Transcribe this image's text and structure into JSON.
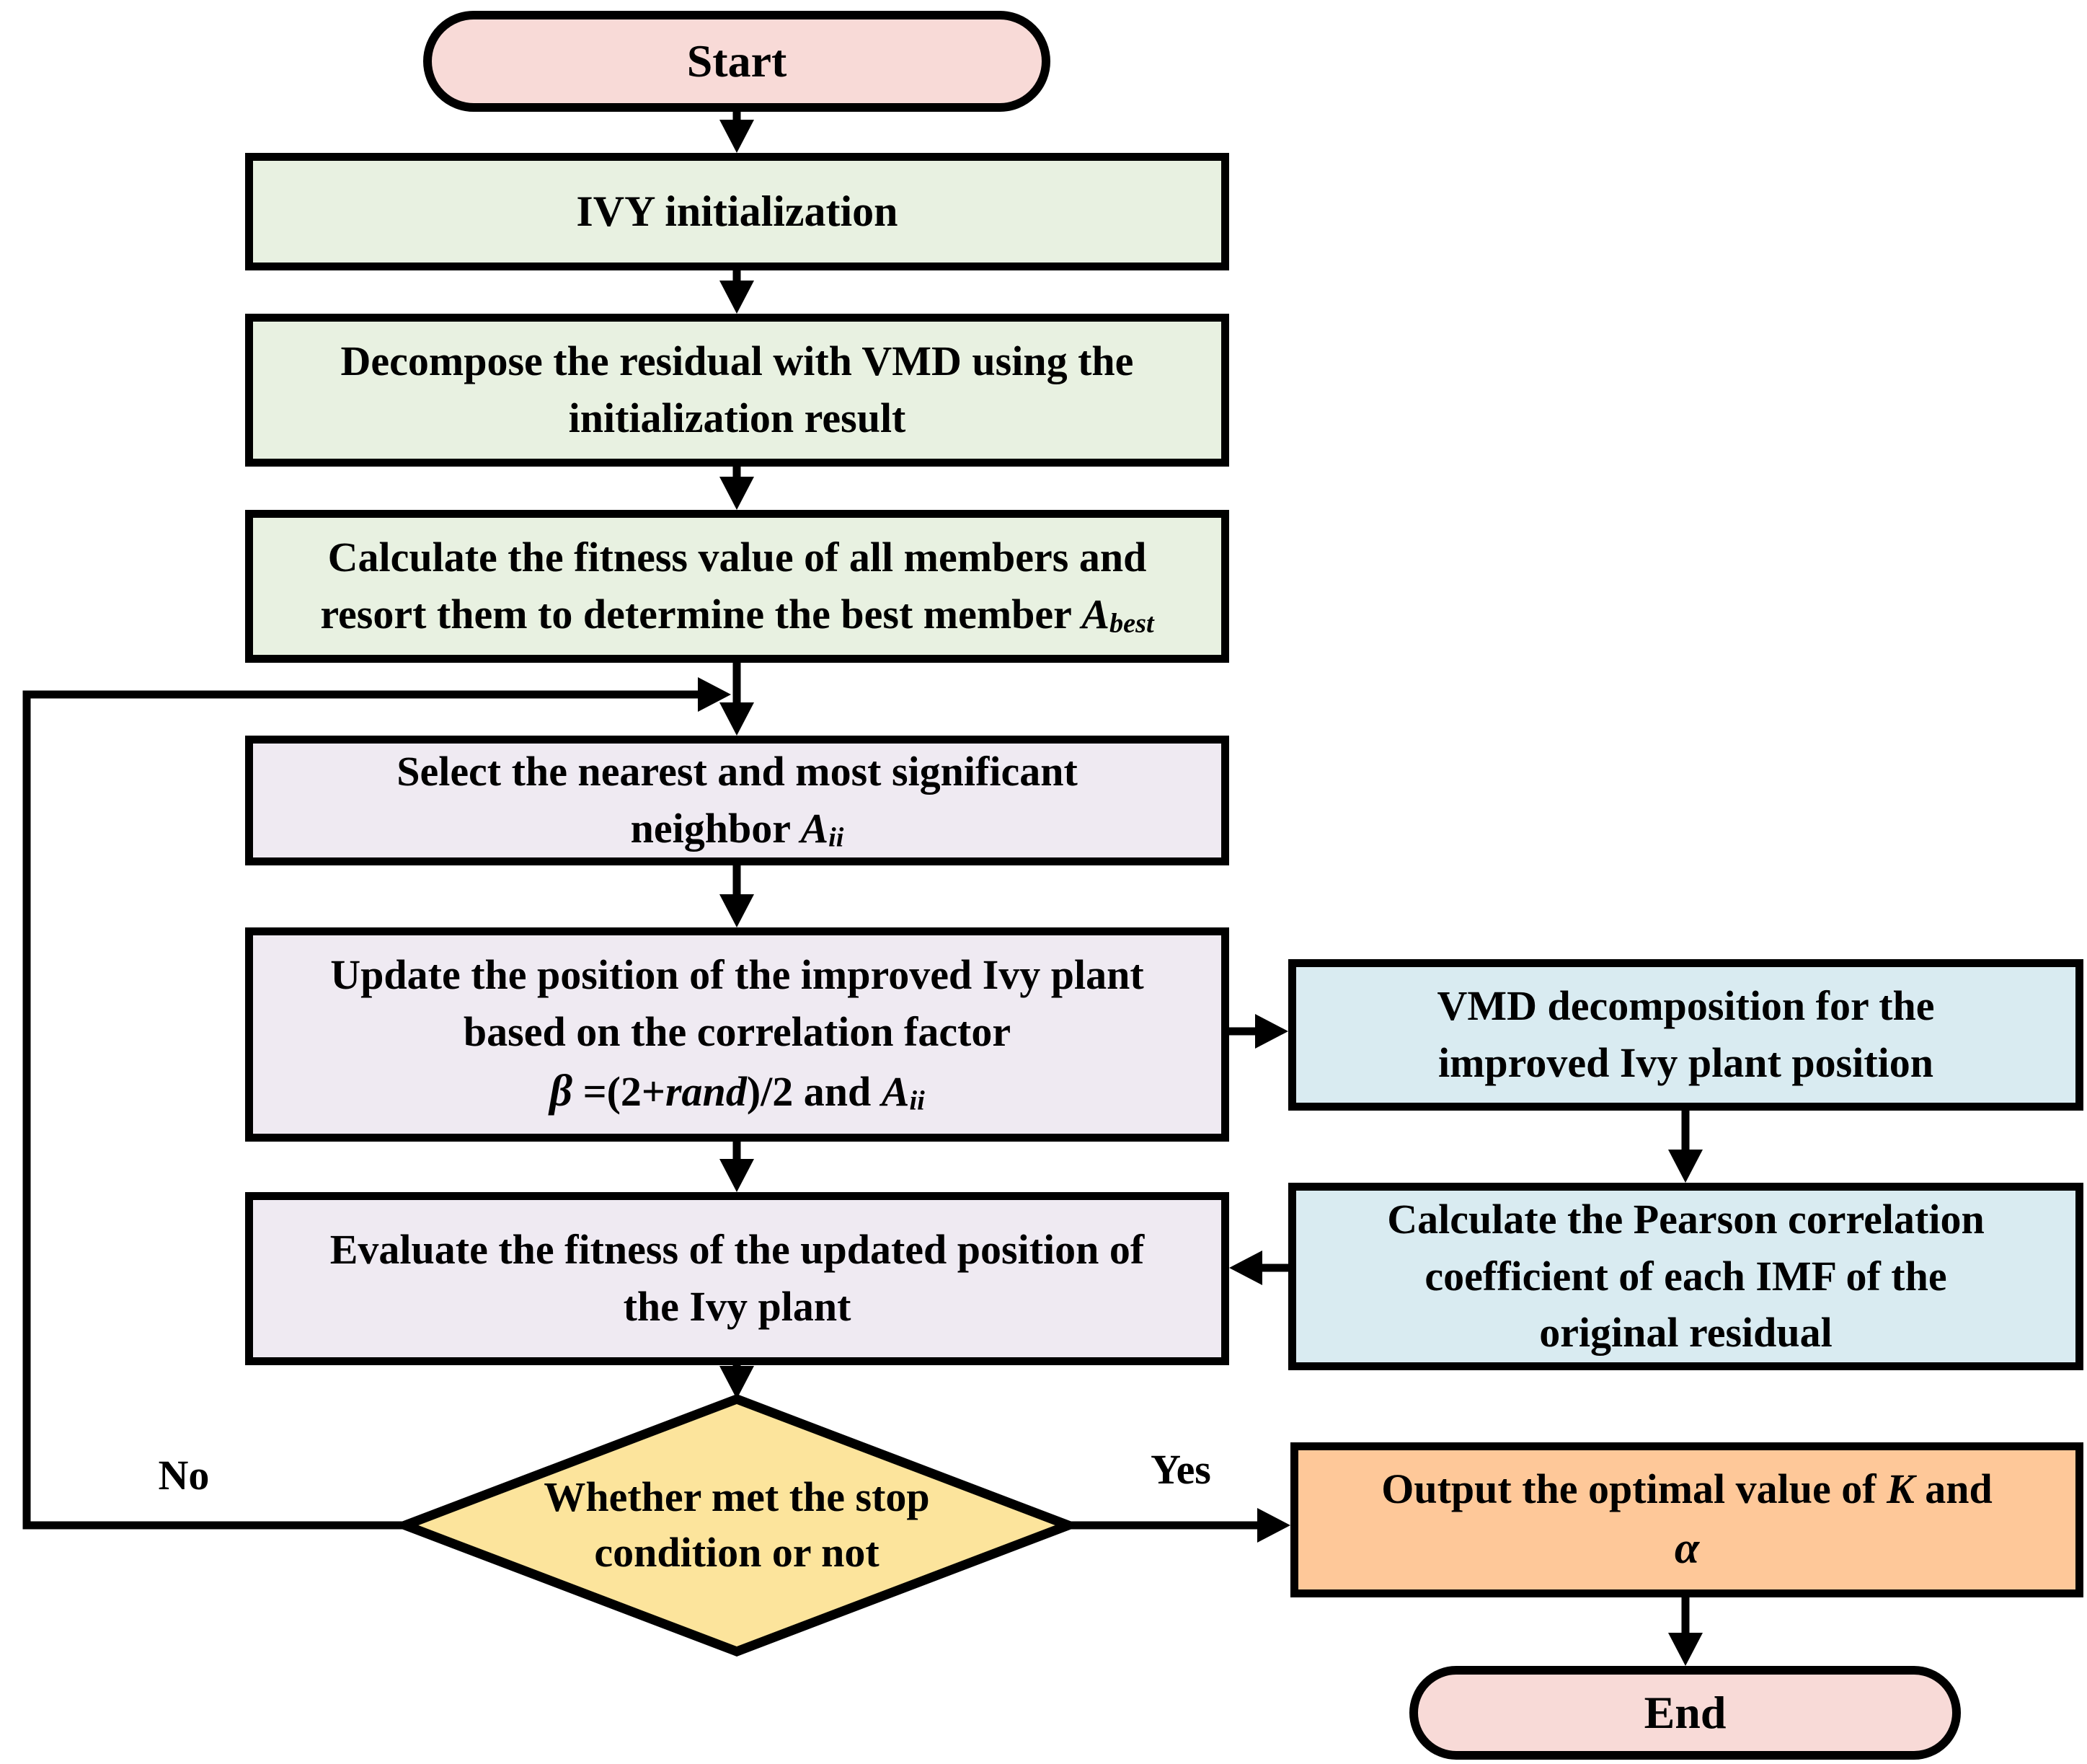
{
  "diagram": {
    "type": "flowchart",
    "nodes": {
      "start": {
        "label": "Start"
      },
      "ivy_initialization": {
        "label": "IVY initialization"
      },
      "decompose_vmd": {
        "lines": [
          "Decompose the residual with VMD using the",
          "initialization result"
        ]
      },
      "calculate_fitness": {
        "line1": "Calculate the fitness value of all members and",
        "line2_text": "resort them to determine the best member ",
        "line2_var": "A",
        "line2_sub": "best"
      },
      "select_neighbor": {
        "line1": "Select the nearest and most significant",
        "line2_text": "neighbor ",
        "line2_var": "A",
        "line2_sub": "ii"
      },
      "update_position": {
        "line1": "Update the position of the improved Ivy plant",
        "line2": "based on the correlation factor",
        "beta": "β",
        "eq1": " =(2+",
        "rand": "rand",
        "eq2": ")/2 and ",
        "var": "A",
        "var_sub": "ii"
      },
      "vmd_decomposition": {
        "lines": [
          "VMD decomposition for the",
          "improved Ivy plant position"
        ]
      },
      "pearson_correlation": {
        "lines": [
          "Calculate the Pearson correlation",
          "coefficient of each IMF of the",
          "original residual"
        ]
      },
      "evaluate_fitness": {
        "lines": [
          "Evaluate the fitness of the updated position of",
          "the  Ivy plant"
        ]
      },
      "stop_condition": {
        "lines": [
          "Whether met the stop",
          "condition or not"
        ]
      },
      "output_optimal": {
        "line1_text": "Output the optimal value of ",
        "line1_var": "K",
        "line1_end": " and",
        "alpha": "α"
      },
      "end": {
        "label": "End"
      }
    },
    "edge_labels": {
      "no": "No",
      "yes": "Yes"
    },
    "colors": {
      "terminal_fill": "#f8dad7",
      "process_green_fill": "#e8f1e1",
      "process_lavender_fill": "#efeaf2",
      "process_blue_fill": "#d9ebf1",
      "decision_yellow_fill": "#fce49c",
      "output_orange_fill": "#fec899",
      "line_color": "#000000"
    }
  }
}
